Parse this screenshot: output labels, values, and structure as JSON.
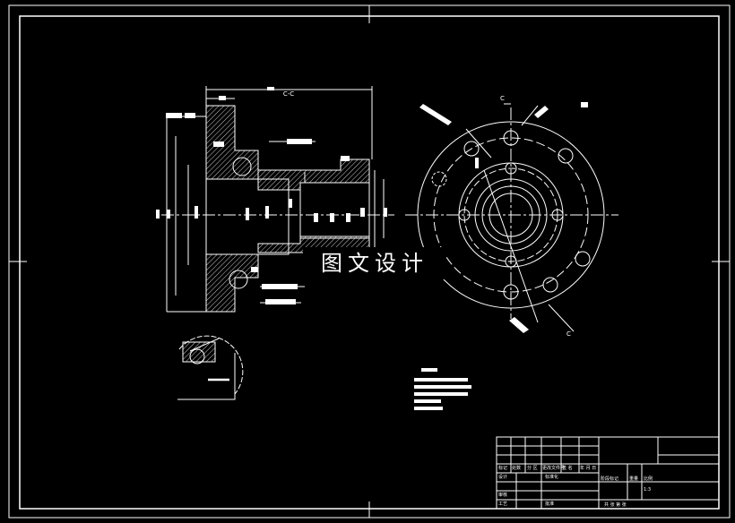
{
  "watermark": "图文设计",
  "section_label": "C-C",
  "section_marks": [
    "C",
    "C"
  ],
  "title_block": {
    "row1": [
      "标记",
      "处数",
      "分 区",
      "更改文件号",
      "签 名",
      "年 月 日"
    ],
    "designer_label": "设计",
    "standardize_label": "标准化",
    "stage_label": "阶段标记",
    "weight_label": "重量",
    "scale_label": "比例",
    "scale_value": "1:3",
    "review_label": "审核",
    "process_label": "工艺",
    "approve_label": "批准",
    "sheet_label": "共 张 第 张"
  }
}
